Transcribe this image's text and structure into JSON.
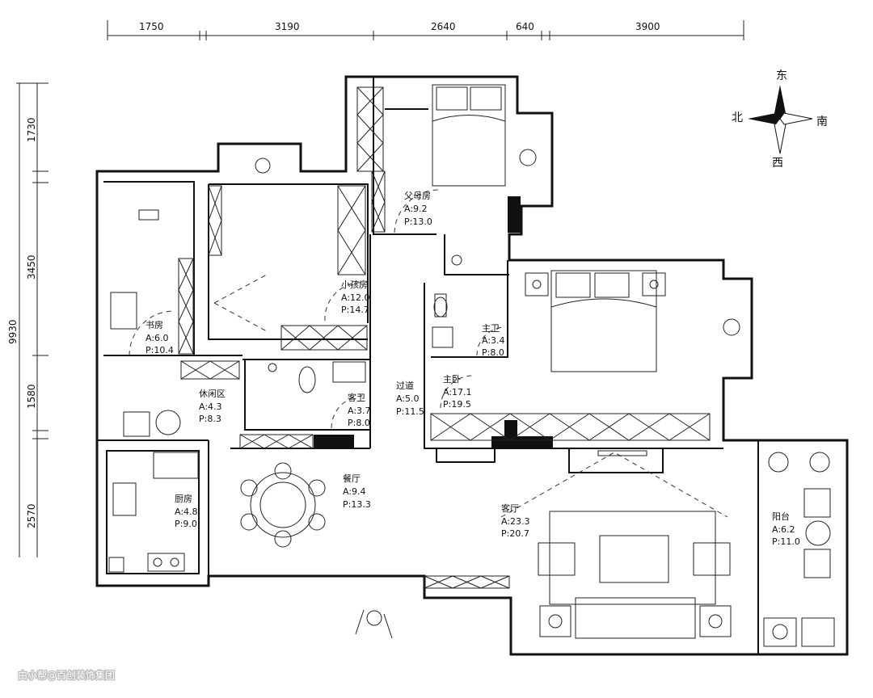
{
  "dimensions": {
    "top": [
      "1750",
      "3190",
      "2640",
      "640",
      "3900"
    ],
    "left": [
      "1730",
      "3450",
      "1580",
      "2570"
    ],
    "total_left": "9930"
  },
  "compass": {
    "east": "东",
    "south": "南",
    "north": "北",
    "west": "西"
  },
  "rooms": [
    {
      "name": "父母房",
      "area": "A:9.2",
      "perimeter": "P:13.0"
    },
    {
      "name": "小孩房",
      "area": "A:12.0",
      "perimeter": "P:14.7"
    },
    {
      "name": "书房",
      "area": "A:6.0",
      "perimeter": "P:10.4"
    },
    {
      "name": "主卫",
      "area": "A:3.4",
      "perimeter": "P:8.0"
    },
    {
      "name": "过道",
      "area": "A:5.0",
      "perimeter": "P:11.5"
    },
    {
      "name": "主卧",
      "area": "A:17.1",
      "perimeter": "P:19.5"
    },
    {
      "name": "休闲区",
      "area": "A:4.3",
      "perimeter": "P:8.3"
    },
    {
      "name": "客卫",
      "area": "A:3.7",
      "perimeter": "P:8.0"
    },
    {
      "name": "餐厅",
      "area": "A:9.4",
      "perimeter": "P:13.3"
    },
    {
      "name": "厨房",
      "area": "A:4.8",
      "perimeter": "P:9.0"
    },
    {
      "name": "客厅",
      "area": "A:23.3",
      "perimeter": "P:20.7"
    },
    {
      "name": "阳台",
      "area": "A:6.2",
      "perimeter": "P:11.0"
    }
  ],
  "watermark": "由小帮@百创装饰集团"
}
